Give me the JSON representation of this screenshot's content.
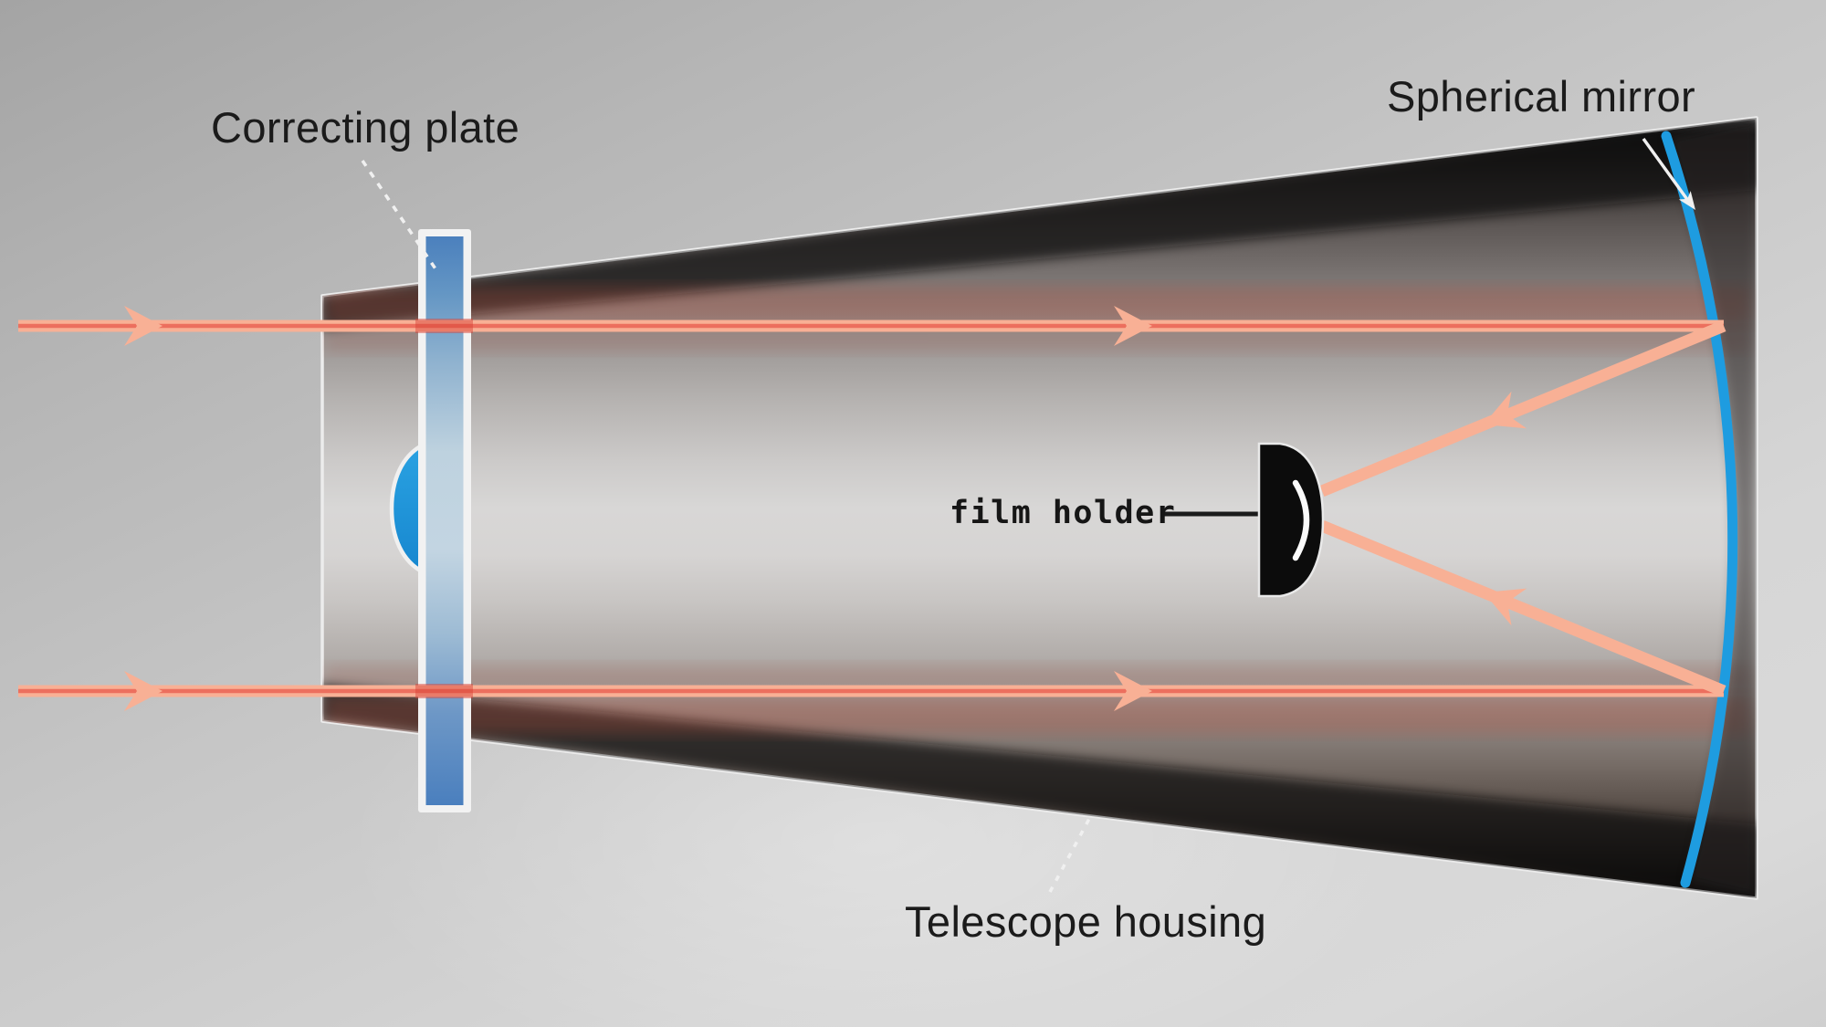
{
  "labels": {
    "correcting_plate": "Correcting plate",
    "spherical_mirror": "Spherical mirror",
    "film_holder": "film holder",
    "telescope_housing": "Telescope housing"
  },
  "colors": {
    "label_text": "#1b1b1b",
    "mirror_blue": "#1e9ce0",
    "lens_disc_blue": "#1f97d9",
    "plate_blue_deep": "#4f86c2",
    "plate_blue_pale": "#c3d5e2",
    "ray_outer": "#f8b095",
    "ray_core": "#ec6f5e",
    "ray_plate_tint": "rgba(214,62,52,0.45)",
    "film_holder_black": "#0c0c0c",
    "film_surface_white": "#fbfbfb",
    "leader_white": "#f0f0f0",
    "leader_dark": "#1b1b1b",
    "housing_edge_white": "#ececec"
  }
}
